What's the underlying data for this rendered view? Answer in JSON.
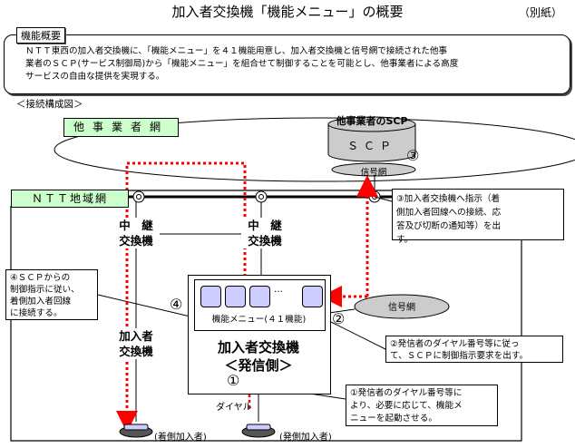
{
  "title": "加入者交換機「機能メニュー」の概要",
  "attachment_label": "（別紙）",
  "overview": {
    "label": "機能概要",
    "text_lines": [
      "ＮＴＴ東西の加入者交換機に、「機能メニュー」を４１機能用意し、加入者交換機と信号網で接続された他事",
      "業者のＳＣＰ(サービス制御局)から「機能メニュー」を組合せて制御することを可能とし、他事業者による高度",
      "サービスの自由な提供を実現する。"
    ]
  },
  "connection_label": "＜接続構成図＞",
  "other_network_label": "他事業者網",
  "ntt_network_label": "ＮＴＴ地域網",
  "scp": {
    "title": "他事業者のSCP",
    "label": "ＳＣＰ",
    "signal_network": "信号網"
  },
  "relay_switch_1": [
    "中　継",
    "交換機"
  ],
  "relay_switch_2": [
    "中　継",
    "交換機"
  ],
  "subscriber_switch_left": [
    "加入者",
    "交換機"
  ],
  "main_switch": {
    "function_menu": "機能メニュー(４１機能)",
    "ellipsis": "…",
    "title": "加入者交換機",
    "subtitle": "＜発信側＞"
  },
  "signal_network_mid": "信号網",
  "steps": {
    "step1_num": "①",
    "step1_lines": [
      "①発信者のダイヤル番号等に",
      "より、必要に応じて、機能メ",
      "ニューを起動させる。"
    ],
    "step2_num": "②",
    "step2_lines": [
      "②発信者のダイヤル番号等に従っ",
      "て、ＳＣＰに制御指示要求を出す。"
    ],
    "step3_num": "③",
    "step3_lines": [
      "③加入者交換機へ指示（着",
      "側加入者回線への接続、応",
      "答及び切断の通知等）を出",
      "す。"
    ],
    "step4_num": "④",
    "step4_lines": [
      "④ＳＣＰからの",
      "制御指示に従い、",
      "着側加入者回線",
      "に接続する。"
    ]
  },
  "dial_label": "ダイヤル",
  "callee_label": "(着側加入者)",
  "caller_label": "(発側加入者)",
  "colors": {
    "network_label_bg": "#ccffcc",
    "function_key": "#ccccff",
    "arrow_red": "#ff0000",
    "ellipse_gray": "#cccccc"
  }
}
